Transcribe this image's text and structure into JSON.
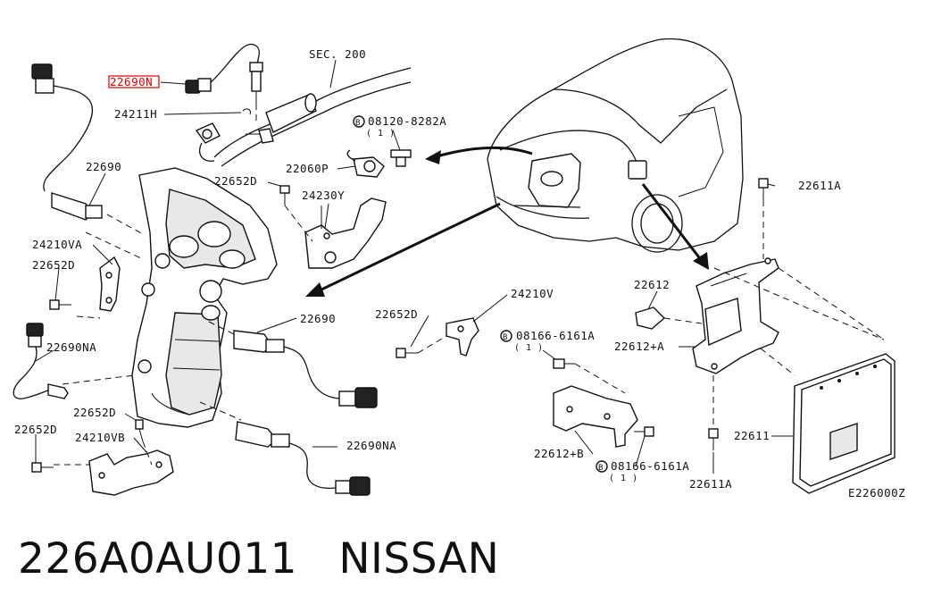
{
  "labels": {
    "p22690n": "22690N",
    "sec200": "SEC. 200",
    "p24211h": "24211H",
    "bolt_b1": "08120-8282A",
    "bolt_b1_qty": "( 1 )",
    "p22690_top": "22690",
    "p22060p": "22060P",
    "p22652d_a": "22652D",
    "p24230y": "24230Y",
    "p24210va": "24210VA",
    "p22652d_b": "22652D",
    "p22690_mid": "22690",
    "p22690na_a": "22690NA",
    "p22652d_c": "22652D",
    "p24210v": "24210V",
    "bolt_b2": "08166-6161A",
    "bolt_b2_qty": "( 1 )",
    "p22652d_d": "22652D",
    "p22652d_e": "22652D",
    "p24210vb": "24210VB",
    "p22690na_b": "22690NA",
    "p22612": "22612",
    "p22612a": "22612+A",
    "p22612b": "22612+B",
    "bolt_b3": "08166-6161A",
    "bolt_b3_qty": "( 1 )",
    "p22611a_top": "22611A",
    "p22611a_bot": "22611A",
    "p22611": "22611",
    "ref_code": "E226000Z",
    "circle_b": "B"
  },
  "caption": {
    "part_number": "226A0AU011",
    "brand": "NISSAN"
  },
  "highlight_color": "#e00000"
}
